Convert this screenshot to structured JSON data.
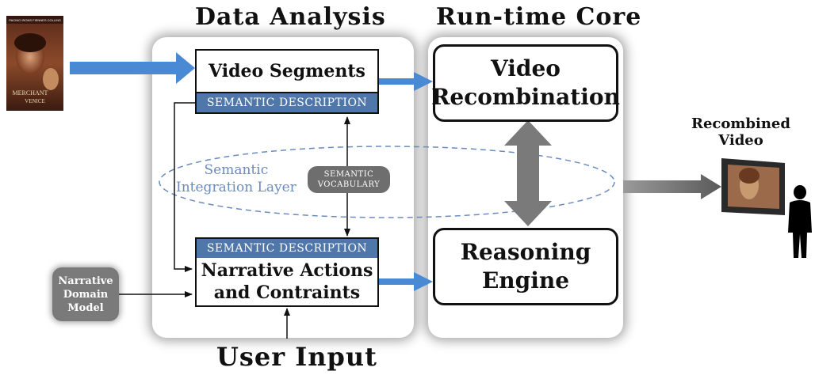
{
  "titles": {
    "data_analysis": "Data Analysis",
    "runtime_core": "Run-time Core",
    "user_input": "User Input",
    "recombined_video": "Recombined\nVideo"
  },
  "boxes": {
    "video_segments": "Video Segments",
    "semantic_description_top": "SEMANTIC DESCRIPTION",
    "semantic_description_bottom": "SEMANTIC DESCRIPTION",
    "narrative_actions": "Narrative Actions\nand Contraints",
    "video_recombination": "Video\nRecombination",
    "reasoning_engine": "Reasoning\nEngine"
  },
  "layer": {
    "label": "Semantic\nIntegration Layer",
    "vocabulary": "SEMANTIC\nVOCABULARY"
  },
  "domain_model": "Narrative\nDomain\nModel",
  "poster": {
    "top_text": "PACINO IRONS FIENNES COLLINS",
    "title_line1": "MERCHANT",
    "title_line2": "VENICE"
  },
  "colors": {
    "blue_arrow": "#4a8ad4",
    "semantic_bar": "#4f77aa",
    "gray_arrow": "#7a7a7a",
    "layer_ellipse": "#6a8bbf"
  }
}
